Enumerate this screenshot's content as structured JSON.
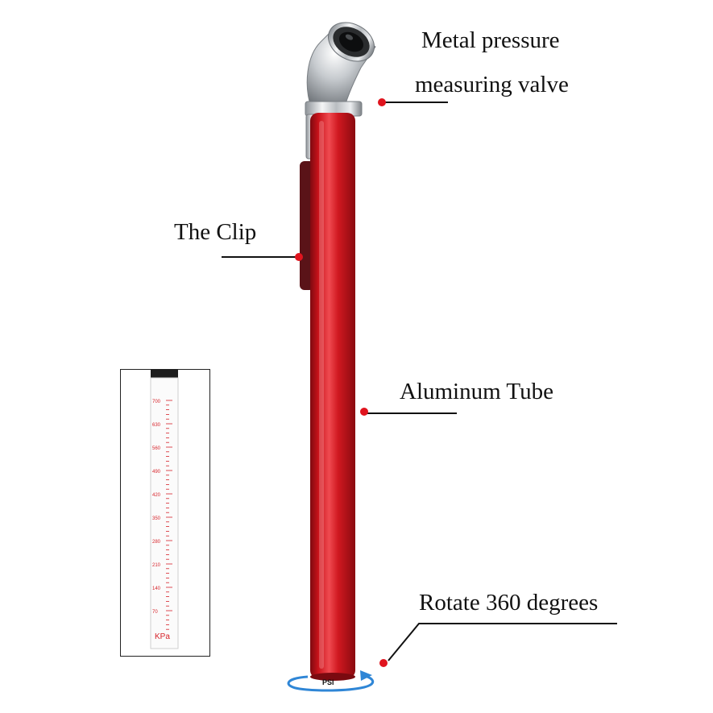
{
  "labels": {
    "valve_line1": "Metal pressure",
    "valve_line2": "measuring valve",
    "clip": "The Clip",
    "tube": "Aluminum Tube",
    "rotate": "Rotate 360 degrees"
  },
  "scale": {
    "unit_kpa": "KPa",
    "kpa_ticks": [
      "700",
      "630",
      "560",
      "490",
      "420",
      "350",
      "280",
      "210",
      "140",
      "70"
    ],
    "psi_label": "PSI"
  },
  "colors": {
    "tube_red": "#c8121a",
    "marker_red": "#e0141e",
    "scale_red": "#d6232a",
    "rotate_arrow_blue": "#2f86d6",
    "chrome": "#d9dcdf"
  }
}
